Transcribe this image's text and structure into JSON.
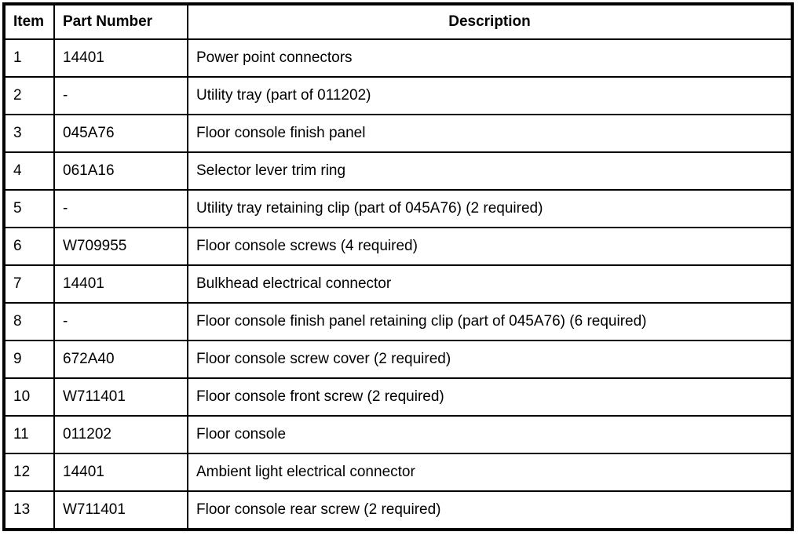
{
  "colors": {
    "border": "#000000",
    "background": "#ffffff",
    "text": "#000000"
  },
  "table": {
    "columns": [
      {
        "label": "Item"
      },
      {
        "label": "Part Number"
      },
      {
        "label": "Description"
      }
    ],
    "rows": [
      {
        "item": "1",
        "part_number": "14401",
        "description": "Power point connectors"
      },
      {
        "item": "2",
        "part_number": "-",
        "description": "Utility tray (part of 011202)"
      },
      {
        "item": "3",
        "part_number": "045A76",
        "description": "Floor console finish panel"
      },
      {
        "item": "4",
        "part_number": "061A16",
        "description": "Selector lever trim ring"
      },
      {
        "item": "5",
        "part_number": "-",
        "description": "Utility tray retaining clip (part of 045A76) (2 required)"
      },
      {
        "item": "6",
        "part_number": "W709955",
        "description": "Floor console screws (4 required)"
      },
      {
        "item": "7",
        "part_number": "14401",
        "description": "Bulkhead electrical connector"
      },
      {
        "item": "8",
        "part_number": "-",
        "description": "Floor console finish panel retaining clip (part of 045A76) (6 required)"
      },
      {
        "item": "9",
        "part_number": "672A40",
        "description": "Floor console screw cover (2 required)"
      },
      {
        "item": "10",
        "part_number": "W711401",
        "description": "Floor console front screw (2 required)"
      },
      {
        "item": "11",
        "part_number": "011202",
        "description": "Floor console"
      },
      {
        "item": "12",
        "part_number": "14401",
        "description": "Ambient light electrical connector"
      },
      {
        "item": "13",
        "part_number": "W711401",
        "description": "Floor console rear screw (2 required)"
      }
    ]
  }
}
